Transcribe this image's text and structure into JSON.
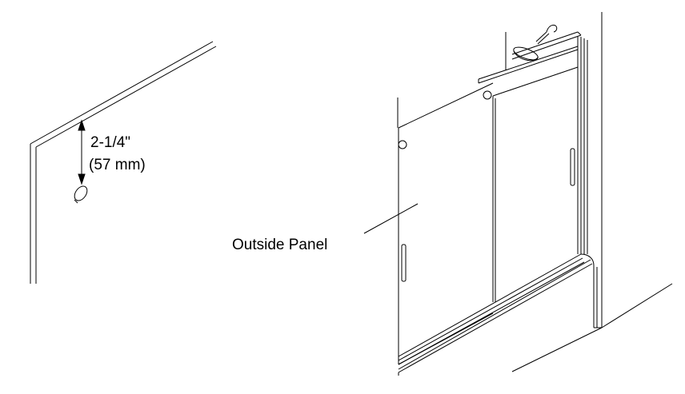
{
  "dimension": {
    "imperial": "2-1/4\"",
    "metric": "(57 mm)"
  },
  "callout": {
    "outside_panel": "Outside Panel"
  },
  "colors": {
    "line": "#000000",
    "background": "#ffffff"
  }
}
